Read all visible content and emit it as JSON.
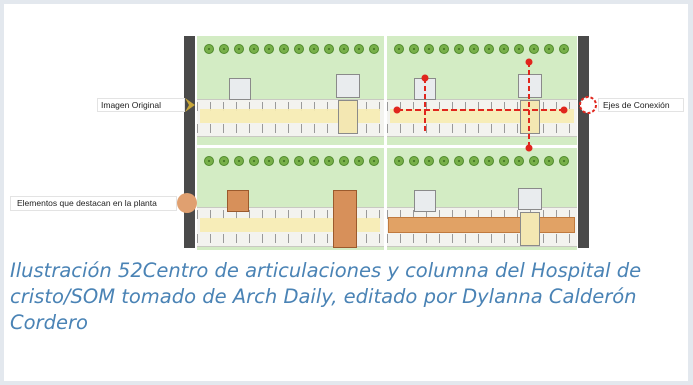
{
  "figure": {
    "label_original": "Imagen Original",
    "label_axes": "Ejes de Conexión",
    "label_elements": "Elementos que destacan en la planta",
    "colors": {
      "grass": "#d3ecc4",
      "tree": "#78b04a",
      "corridor_yellow": "#f7ecb1",
      "highlight_orange": "#e1a265",
      "axis_red": "#e0261d",
      "arrow_gold": "#c8a63a",
      "dot_orange": "#e0a070"
    }
  },
  "caption": {
    "text": "Ilustración 52Centro de articulaciones y columna del Hospital de cristo/SOM tomado de Arch Daily, editado por Dylanna Calderón Cordero"
  }
}
